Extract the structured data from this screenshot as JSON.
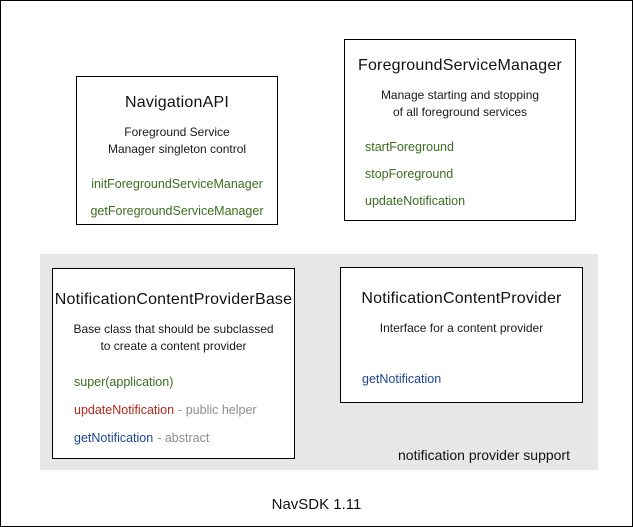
{
  "caption": "NavSDK 1.11",
  "group": {
    "label": "notification provider support"
  },
  "colors": {
    "method_green": "#3c6e1f",
    "method_red": "#b1271b",
    "method_blue": "#1e4693",
    "suffix_gray": "#8d8d8d",
    "group_bg": "#e7e7e7",
    "border_black": "#000000"
  },
  "boxes": {
    "navigation_api": {
      "title": "NavigationAPI",
      "description": "Foreground Service\nManager singleton control",
      "methods": [
        "initForegroundServiceManager",
        "getForegroundServiceManager"
      ]
    },
    "foreground_service_manager": {
      "title": "ForegroundServiceManager",
      "description": "Manage starting and stopping\nof all foreground services",
      "methods": [
        "startForeground",
        "stopForeground",
        "updateNotification"
      ]
    },
    "notification_content_provider_base": {
      "title": "NotificationContentProviderBase",
      "description": "Base class that should be subclassed\nto create a content provider",
      "methods": [
        {
          "name": "super(application)",
          "suffix": ""
        },
        {
          "name": "updateNotification",
          "suffix": "- public helper"
        },
        {
          "name": "getNotification",
          "suffix": "- abstract"
        }
      ]
    },
    "notification_content_provider": {
      "title": "NotificationContentProvider",
      "description": "Interface for a content provider",
      "methods": [
        "getNotification"
      ]
    }
  }
}
